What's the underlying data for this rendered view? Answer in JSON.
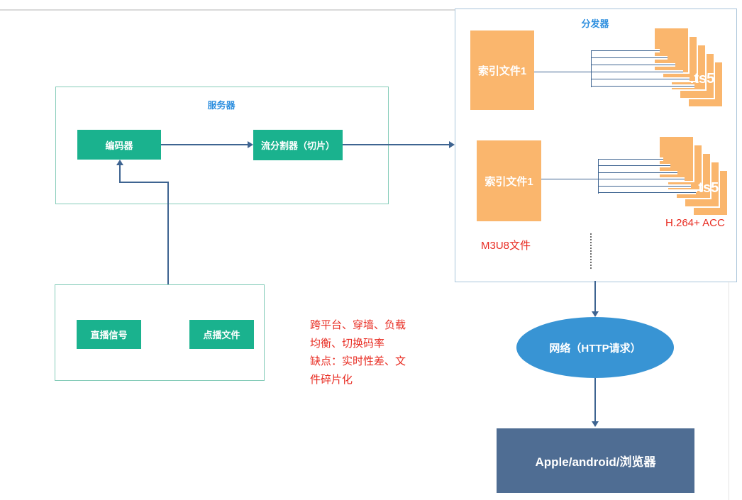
{
  "diagram": {
    "server_group": {
      "title": "服务器",
      "encoder_label": "编码器",
      "splitter_label": "流分割器（切片）"
    },
    "source_group": {
      "live_label": "直播信号",
      "vod_label": "点播文件"
    },
    "notes_lines": [
      "跨平台、穿墙、负载",
      "均衡、切换码率",
      "缺点：实时性差、文",
      "件碎片化"
    ],
    "distributor": {
      "title": "分发器",
      "index_file_1_label": "索引文件1",
      "index_file_2_label": "索引文件1",
      "ts_stack_1_label": ".ts5",
      "ts_stack_2_label": ".ts5",
      "ts_sheet_count": 5,
      "m3u8_label": "M3U8文件",
      "codec_label": "H.264+ ACC"
    },
    "network_label": "网络（HTTP请求）",
    "client_label": "Apple/android/浏览器",
    "colors": {
      "process_green": "#1ab28e",
      "file_orange": "#fab66d",
      "group_title_blue": "#2e8fdf",
      "note_red": "#e82c22",
      "network_blue": "#3894d4",
      "client_slate": "#4f6d93",
      "connector_blue": "#3e6491",
      "teal_border": "#85ccb9",
      "blue_border": "#a9c4da"
    }
  }
}
